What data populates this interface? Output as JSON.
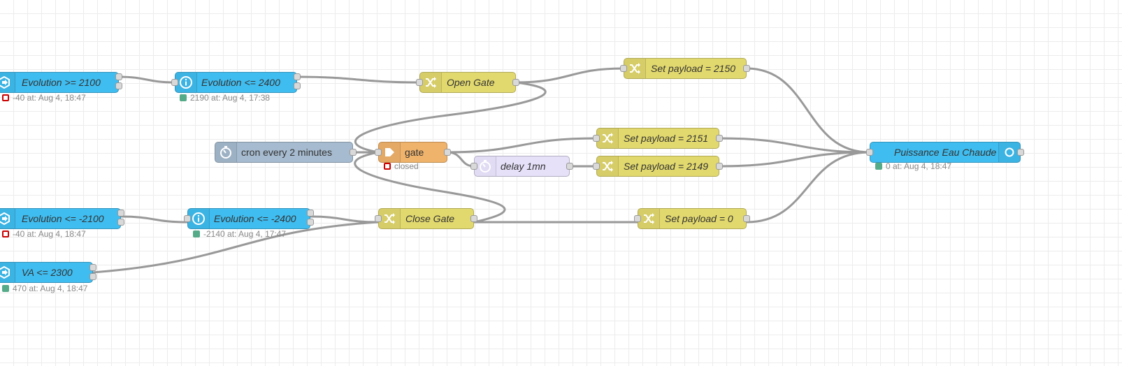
{
  "nodes": {
    "evo_ge_2100": {
      "label": "Evolution >= 2100",
      "icon": "switch-icon",
      "status": "-40 at: Aug 4, 18:47",
      "status_color": "red"
    },
    "evo_le_2400": {
      "label": "Evolution <= 2400",
      "icon": "info-icon",
      "status": "2190 at: Aug 4, 17:38",
      "status_color": "green"
    },
    "open_gate": {
      "label": "Open Gate",
      "icon": "shuffle-icon"
    },
    "set_2150": {
      "label": "Set payload = 2150",
      "icon": "shuffle-icon"
    },
    "cron": {
      "label": "cron every 2 minutes",
      "icon": "timer-icon"
    },
    "gate": {
      "label": "gate",
      "icon": "gate-icon",
      "status": "closed",
      "status_color": "red"
    },
    "delay": {
      "label": "delay 1mn",
      "icon": "timer-icon"
    },
    "set_2151": {
      "label": "Set payload = 2151",
      "icon": "shuffle-icon"
    },
    "set_2149": {
      "label": "Set payload = 2149",
      "icon": "shuffle-icon"
    },
    "puissance": {
      "label": "Puissance Eau Chaude",
      "icon": "ha-entity-icon",
      "status": "0 at: Aug 4, 18:47",
      "status_color": "green"
    },
    "evo_le_m2100": {
      "label": "Evolution <= -2100",
      "icon": "switch-icon",
      "status": "-40 at: Aug 4, 18:47",
      "status_color": "red"
    },
    "evo_le_m2400": {
      "label": "Evolution <= -2400",
      "icon": "info-icon",
      "status": "-2140 at: Aug 4, 17:47",
      "status_color": "green"
    },
    "close_gate": {
      "label": "Close Gate",
      "icon": "shuffle-icon"
    },
    "set_0": {
      "label": "Set payload = 0",
      "icon": "shuffle-icon"
    },
    "va_le_2300": {
      "label": "VA <= 2300",
      "icon": "switch-icon",
      "status": "470 at: Aug 4, 18:47",
      "status_color": "green"
    }
  },
  "colors": {
    "ha_node": "#3fbdf0",
    "change_node": "#e2d96e",
    "gate_node": "#f0b36b",
    "inject_node": "#a6bbcf",
    "delay_node": "#e6e0f8",
    "wire": "#999999",
    "status_red": "#cc0000",
    "status_green": "#55aa88"
  }
}
